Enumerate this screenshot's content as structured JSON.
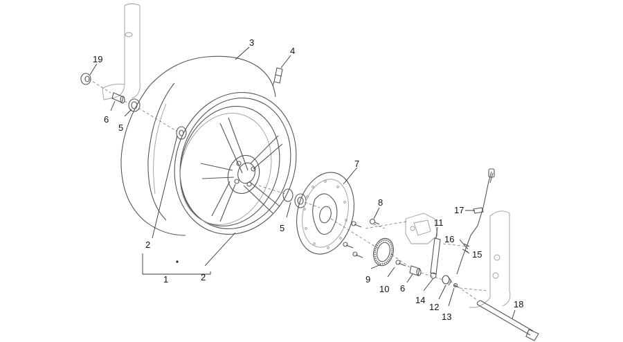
{
  "diagram": {
    "labels": {
      "l1": "1",
      "l2a": "2",
      "l2b": "2",
      "l3": "3",
      "l4": "4",
      "l5a": "5",
      "l5b": "5",
      "l6a": "6",
      "l6b": "6",
      "l7": "7",
      "l8": "8",
      "l9": "9",
      "l10": "10",
      "l11": "11",
      "l12": "12",
      "l13": "13",
      "l14": "14",
      "l15": "15",
      "l16": "16",
      "l17": "17",
      "l18": "18",
      "l19": "19"
    },
    "colors": {
      "line": "#555555",
      "text": "#111111",
      "background": "#ffffff"
    }
  }
}
